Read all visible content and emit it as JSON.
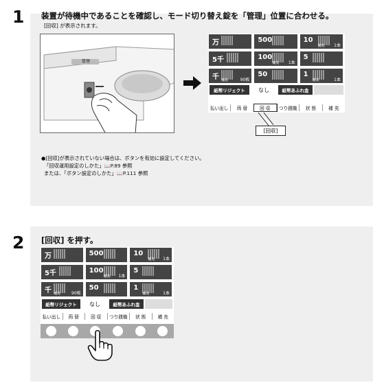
{
  "step1": {
    "number": "1",
    "title": "装置が待機中であることを確認し、モード切り替え錠を「管理」位置に合わせる。",
    "subtitle": "[回収] が表示されます。",
    "notes": [
      "●[回収]が表示されていない場合は、ボタンを有効に設定してください。",
      "「回収運用設定のしかた」📖P.89 参照",
      "または、「ボタン設定のしかた」📖P.111 参照"
    ],
    "callout": "[回収]"
  },
  "step2": {
    "number": "2",
    "title": "[回収] を押す。"
  },
  "panel": {
    "cells": [
      {
        "name": "万",
        "sub": "",
        "count": ""
      },
      {
        "name": "500",
        "sub": "",
        "count": ""
      },
      {
        "name": "10",
        "sub": "補充",
        "count": "1本"
      },
      {
        "name": "5千",
        "sub": "",
        "count": ""
      },
      {
        "name": "100",
        "sub": "補充",
        "count": "1本"
      },
      {
        "name": "5",
        "sub": "",
        "count": ""
      },
      {
        "name": "千",
        "sub": "補充",
        "count": "90枚"
      },
      {
        "name": "50",
        "sub": "",
        "count": ""
      },
      {
        "name": "1",
        "sub": "補充",
        "count": "1本"
      }
    ],
    "reject_label": "紙幣リジェクト",
    "reject_value": "なし",
    "overflow_label": "紙幣あふれ金",
    "menu": [
      "払い出し",
      "両 替",
      "回 収",
      "つり銭機",
      "状 態",
      "補 充"
    ]
  },
  "device": {
    "panel_text": "管理"
  }
}
